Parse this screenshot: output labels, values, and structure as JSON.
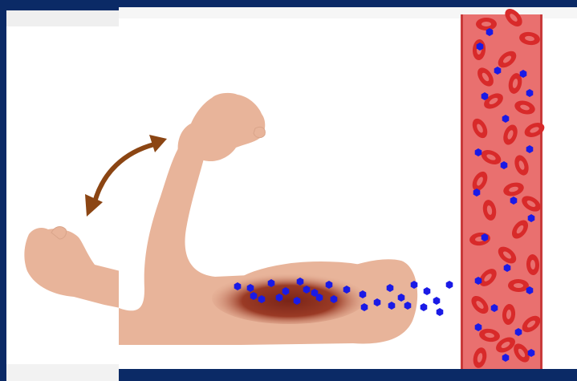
{
  "colors": {
    "background": "#0b2a66",
    "skin": "#e8b49a",
    "muscle_dark": "#7a2417",
    "arrow": "#8b4513",
    "vessel_fill": "#e9706f",
    "vessel_wall": "#c93a3a",
    "red_cell": "#d82a2a",
    "particle": "#1a1ae6"
  },
  "icons": {
    "motion_arrow": "double-headed-curved-arrow",
    "particles": "blue-hexagon-particles",
    "cells": "red-blood-cells"
  }
}
